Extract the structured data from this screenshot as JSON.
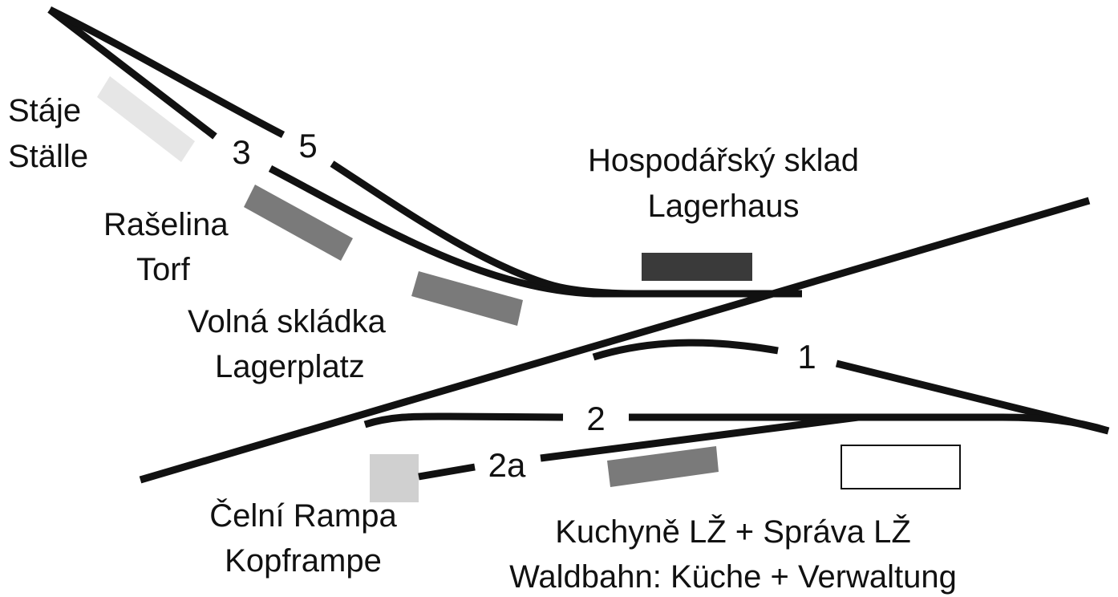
{
  "colors": {
    "track": "#111111",
    "stables": "#e6e6e6",
    "peat": "#7a7a7a",
    "open_storage": "#7a7a7a",
    "warehouse": "#3a3a3a",
    "head_ramp": "#d0d0d0",
    "kitchen_siding": "#7a7a7a",
    "admin_building_fill": "#ffffff",
    "admin_building_stroke": "#111111"
  },
  "track_numbers": {
    "t1": "1",
    "t2": "2",
    "t2a": "2a",
    "t3": "3",
    "t5": "5"
  },
  "labels": {
    "stables_cz": "Stáje",
    "stables_de": "Ställe",
    "peat_cz": "Rašelina",
    "peat_de": "Torf",
    "open_storage_cz": "Volná skládka",
    "open_storage_de": "Lagerplatz",
    "warehouse_cz": "Hospodářský sklad",
    "warehouse_de": "Lagerhaus",
    "head_ramp_cz": "Čelní Rampa",
    "head_ramp_de": "Kopframpe",
    "kitchen_admin_cz": "Kuchyně LŽ + Správa LŽ",
    "kitchen_admin_de": "Waldbahn: Küche + Verwaltung"
  }
}
